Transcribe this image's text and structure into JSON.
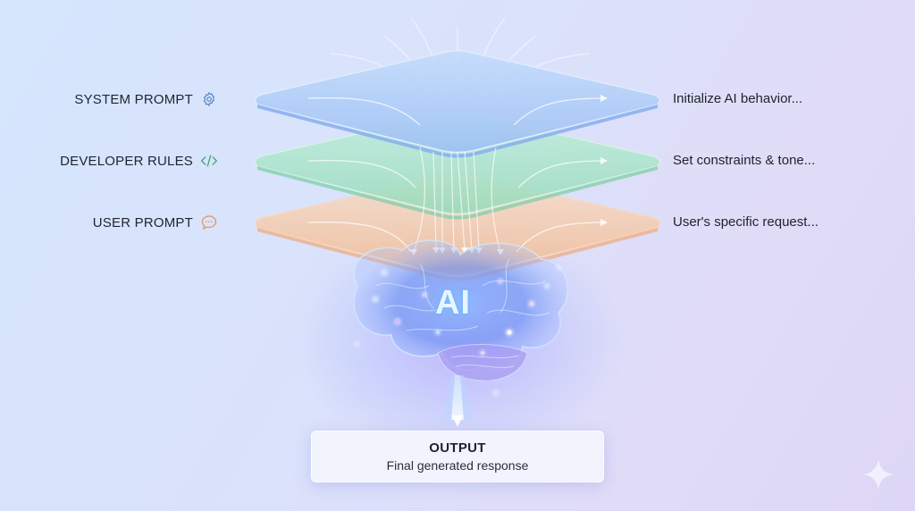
{
  "layers": [
    {
      "id": "system",
      "label": "SYSTEM PROMPT",
      "icon": "gear-icon",
      "icon_color": "#5b86c9",
      "description": "Initialize AI behavior...",
      "color": "#a8c8f6"
    },
    {
      "id": "developer",
      "label": "DEVELOPER RULES",
      "icon": "code-icon",
      "icon_color": "#3fa877",
      "description": "Set constraints & tone...",
      "color": "#a6e0c4"
    },
    {
      "id": "user",
      "label": "USER PROMPT",
      "icon": "chat-bubble-icon",
      "icon_color": "#e39a5c",
      "description": "User's specific request...",
      "color": "#f4c7a4"
    }
  ],
  "core": {
    "label": "AI",
    "visual": "glowing-brain"
  },
  "output": {
    "title": "OUTPUT",
    "subtitle": "Final generated response"
  },
  "decoration": {
    "corner_icon": "sparkle-icon"
  },
  "colors": {
    "background_start": "#d5e6fd",
    "background_end": "#ddd6f6",
    "text_dark": "#1e2433"
  }
}
